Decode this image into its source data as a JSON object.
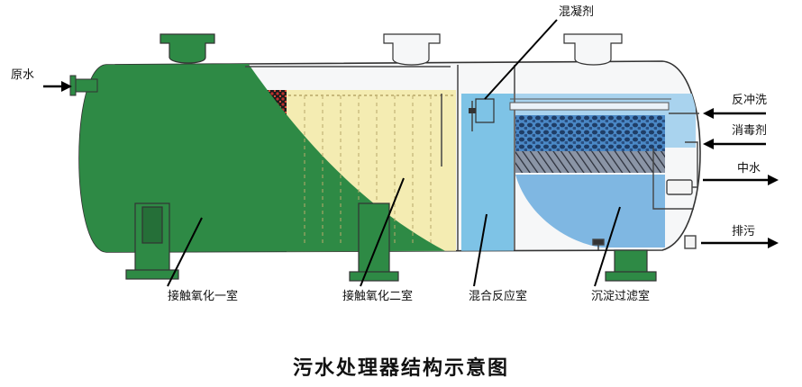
{
  "title": "污水处理器结构示意图",
  "labels": {
    "raw_water": "原水",
    "coagulant": "混凝剂",
    "backwash": "反冲洗",
    "disinfectant": "消毒剂",
    "reclaimed_water": "中水",
    "sludge_discharge": "排污",
    "chamber_1": "接触氧化一室",
    "chamber_2": "接触氧化二室",
    "mixing_chamber": "混合反应室",
    "filter_chamber": "沉淀过滤室"
  },
  "colors": {
    "tank_green": "#2e8a45",
    "media_yellow": "#f4ecb2",
    "water_blue": "#7ec3e6",
    "filter_blue": "#6aa5d6",
    "arrow": "#000000"
  }
}
